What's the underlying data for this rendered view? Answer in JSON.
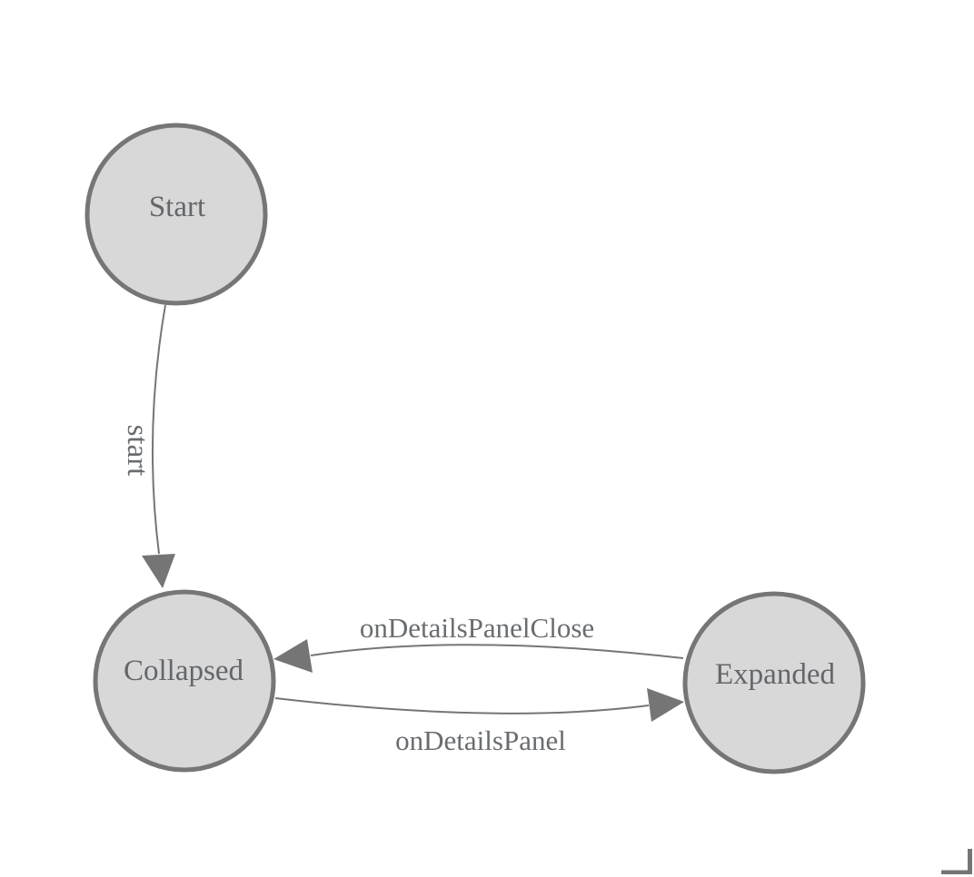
{
  "diagram": {
    "type": "state-machine",
    "colors": {
      "background": "#ffffff",
      "node_fill": "#d8d8d8",
      "node_border": "#767676",
      "edge": "#757575",
      "node_text": "#63666a",
      "edge_text": "#6a6d70",
      "corner_mark": "#757575"
    },
    "nodes": [
      {
        "id": "start",
        "label": "Start"
      },
      {
        "id": "collapsed",
        "label": "Collapsed"
      },
      {
        "id": "expanded",
        "label": "Expanded"
      }
    ],
    "edges": [
      {
        "from": "Start",
        "to": "Collapsed",
        "label": "start"
      },
      {
        "from": "Expanded",
        "to": "Collapsed",
        "label": "onDetailsPanelClose"
      },
      {
        "from": "Collapsed",
        "to": "Expanded",
        "label": "onDetailsPanel"
      }
    ]
  }
}
